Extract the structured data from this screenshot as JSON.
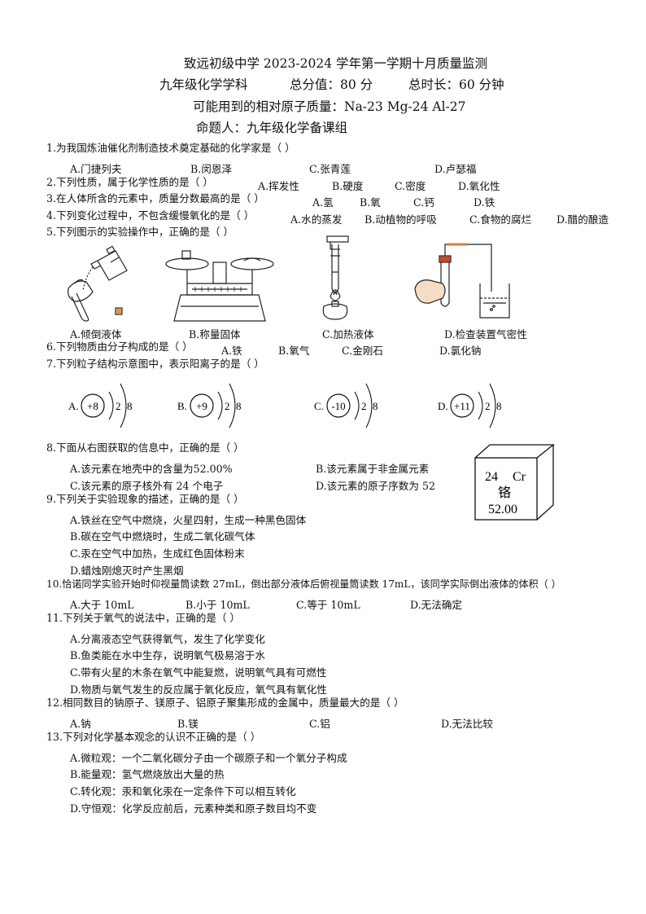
{
  "header": {
    "title": "致远初级中学 2023-2024 学年第一学期十月质量监测",
    "subject": "九年级化学学科",
    "score": "总分值：80 分",
    "time": "总时长：60 分钟",
    "atomic_masses": "可能用到的相对原子质量：Na-23 Mg-24 Al-27",
    "author": "命题人：九年级化学备课组"
  },
  "q1": {
    "stem": "1.为我国炼油催化剂制造技术奠定基础的化学家是（     ）",
    "options": [
      "A.门捷列夫",
      "B.闵恩泽",
      "C.张青莲",
      "D.卢瑟福"
    ]
  },
  "q2": {
    "stem": "2.下列性质，属于化学性质的是（     ）",
    "options": [
      "A.挥发性",
      "B.硬度",
      "C.密度",
      "D.氧化性"
    ]
  },
  "q3": {
    "stem": "3.在人体所含的元素中，质量分数最高的是（     ）",
    "options": [
      "A.氢",
      "B.氧",
      "C.钙",
      "D.铁"
    ]
  },
  "q4": {
    "stem": "4.下列变化过程中，不包含缓慢氧化的是（   ）",
    "options": [
      "A.水的蒸发",
      "B.动植物的呼吸",
      "C.食物的腐烂",
      "D.醋的酿造"
    ]
  },
  "q5": {
    "stem": "5.下列图示的实验操作中，正确的是（     ）",
    "options": [
      "A.倾倒液体",
      "B.称量固体",
      "C.加热液体",
      "D.检查装置气密性"
    ]
  },
  "q6": {
    "stem": "6.下列物质由分子构成的是（   ）",
    "options": [
      "A.铁",
      "B.氧气",
      "C.金刚石",
      "D.氯化钠"
    ]
  },
  "q7": {
    "stem": "7.下列粒子结构示意图中，表示阳离子的是（     ）",
    "options": [
      {
        "label": "A.",
        "nucleus": "+8",
        "shells": [
          "2",
          "8"
        ]
      },
      {
        "label": "B.",
        "nucleus": "+9",
        "shells": [
          "2",
          "8"
        ]
      },
      {
        "label": "C.",
        "nucleus": "-10",
        "shells": [
          "2",
          "8"
        ]
      },
      {
        "label": "D.",
        "nucleus": "+11",
        "shells": [
          "2",
          "8"
        ]
      }
    ]
  },
  "q8": {
    "stem": "8.下面从右图获取的信息中，正确的是（     ）",
    "options": [
      "A.该元素在地壳中的含量为52.00%",
      "B.该元素属于非金属元素",
      "C.该元素的原子核外有 24 个电子",
      "D.该元素的原子序数为 52"
    ],
    "element_card": {
      "number": "24",
      "symbol": "Cr",
      "name": "铬",
      "mass": "52.00"
    }
  },
  "q9": {
    "stem": "9.下列关于实验现象的描述，正确的是（     ）",
    "options": [
      "A.铁丝在空气中燃烧，火星四射，生成一种黑色固体",
      "B.碳在空气中燃烧时，生成二氧化碳气体",
      "C.汞在空气中加热，生成红色固体粉末",
      "D.蜡烛刚熄灭时产生黑烟"
    ]
  },
  "q10": {
    "stem": "10.恰诺同学实验开始时仰视量筒读数 27mL，倒出部分液体后俯视量筒读数 17mL，该同学实际倒出液体的体积（     ）",
    "options": [
      "A.大于 10mL",
      "B.小于 10mL",
      "C.等于 10mL",
      "D.无法确定"
    ]
  },
  "q11": {
    "stem": "11.下列关于氧气的说法中，正确的是（     ）",
    "options": [
      "A.分离液态空气获得氧气，发生了化学变化",
      "B.鱼类能在水中生存，说明氧气极易溶于水",
      "C.带有火星的木条在氧气中能复燃，说明氧气具有可燃性",
      "D.物质与氧气发生的反应属于氧化反应，氧气具有氧化性"
    ]
  },
  "q12": {
    "stem": "12.相同数目的钠原子、镁原子、铝原子聚集形成的金属中，质量最大的是（     ）",
    "options": [
      "A.钠",
      "B.镁",
      "C.铝",
      "D.无法比较"
    ]
  },
  "q13": {
    "stem": "13.下列对化学基本观念的认识不正确的是（     ）",
    "options": [
      "A.微粒观：一个二氧化碳分子由一个碳原子和一个氧分子构成",
      "B.能量观：氢气燃烧放出大量的热",
      "C.转化观：汞和氧化汞在一定条件下可以相互转化",
      "D.守恒观：化学反应前后，元素种类和原子数目均不变"
    ]
  }
}
